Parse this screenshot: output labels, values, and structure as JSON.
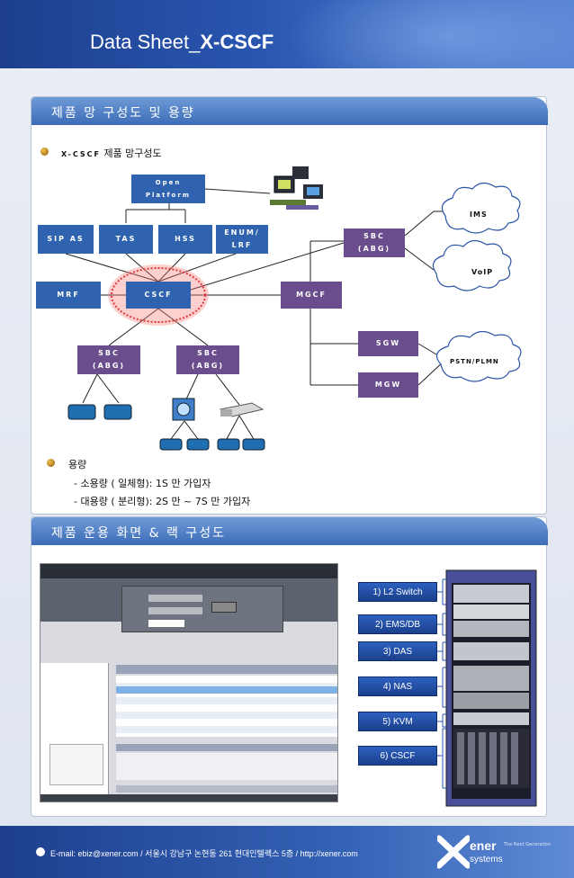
{
  "header": {
    "title_prefix": "Data Sheet_",
    "title_bold": "X-CSCF"
  },
  "section1": {
    "title": "제품 망 구성도 및 용량",
    "diagram_heading_bold": "X-CSCF",
    "diagram_heading_rest": " 제품 망구성도",
    "nodes": {
      "open_platform_1": "Open",
      "open_platform_2": "Platform",
      "sip_as": "SIP AS",
      "tas": "TAS",
      "hss": "HSS",
      "enum_1": "ENUM/",
      "enum_2": "LRF",
      "mrf": "MRF",
      "cscf": "CSCF",
      "mgcf": "MGCF",
      "sbc_top_1": "SBC",
      "sbc_top_2": "(ABG)",
      "sbc_l_1": "SBC",
      "sbc_l_2": "(ABG)",
      "sbc_r_1": "SBC",
      "sbc_r_2": "(ABG)",
      "sgw": "SGW",
      "mgw": "MGW",
      "ims": "IMS",
      "voip": "VoIP",
      "pstn": "PSTN/PLMN"
    },
    "capacity_heading": "용량",
    "capacity_items": [
      "-   소용량 ( 일체형): 1S 만 가입자",
      "-   대용량 ( 분리형): 2S 만 ~ 7S 만 가입자"
    ]
  },
  "section2": {
    "title": "제품 운용 화면 & 랙 구성도",
    "rack_labels": [
      "1) L2 Switch",
      "2) EMS/DB",
      "3) DAS",
      "4) NAS",
      "5) KVM",
      "6) CSCF"
    ]
  },
  "footer": {
    "info": "E-mail: ebiz@xener.com / 서울시 강남구 논현동 261 현대인텔렉스 5층 / http://xener.com",
    "logo_text": "ener",
    "logo_sub": "systems",
    "logo_tag": "The Next Generation"
  },
  "colors": {
    "header_blue": "#2a56b0",
    "node_blue": "#2f63b0",
    "node_purple": "#6a4d8c"
  }
}
